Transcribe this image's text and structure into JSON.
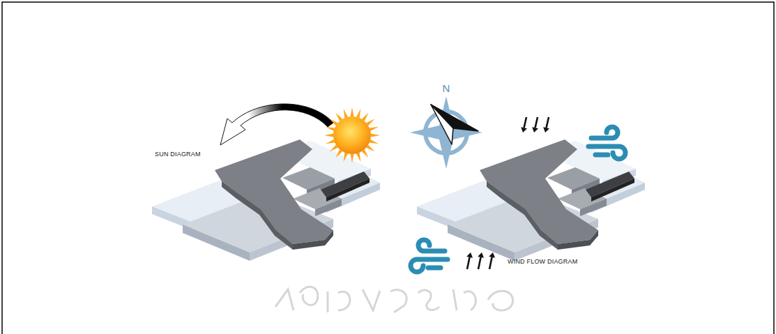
{
  "diagram": {
    "labels": [
      "SUN DIAGRAM",
      "N",
      "WIND FLOW DIAGRAM"
    ]
  }
}
